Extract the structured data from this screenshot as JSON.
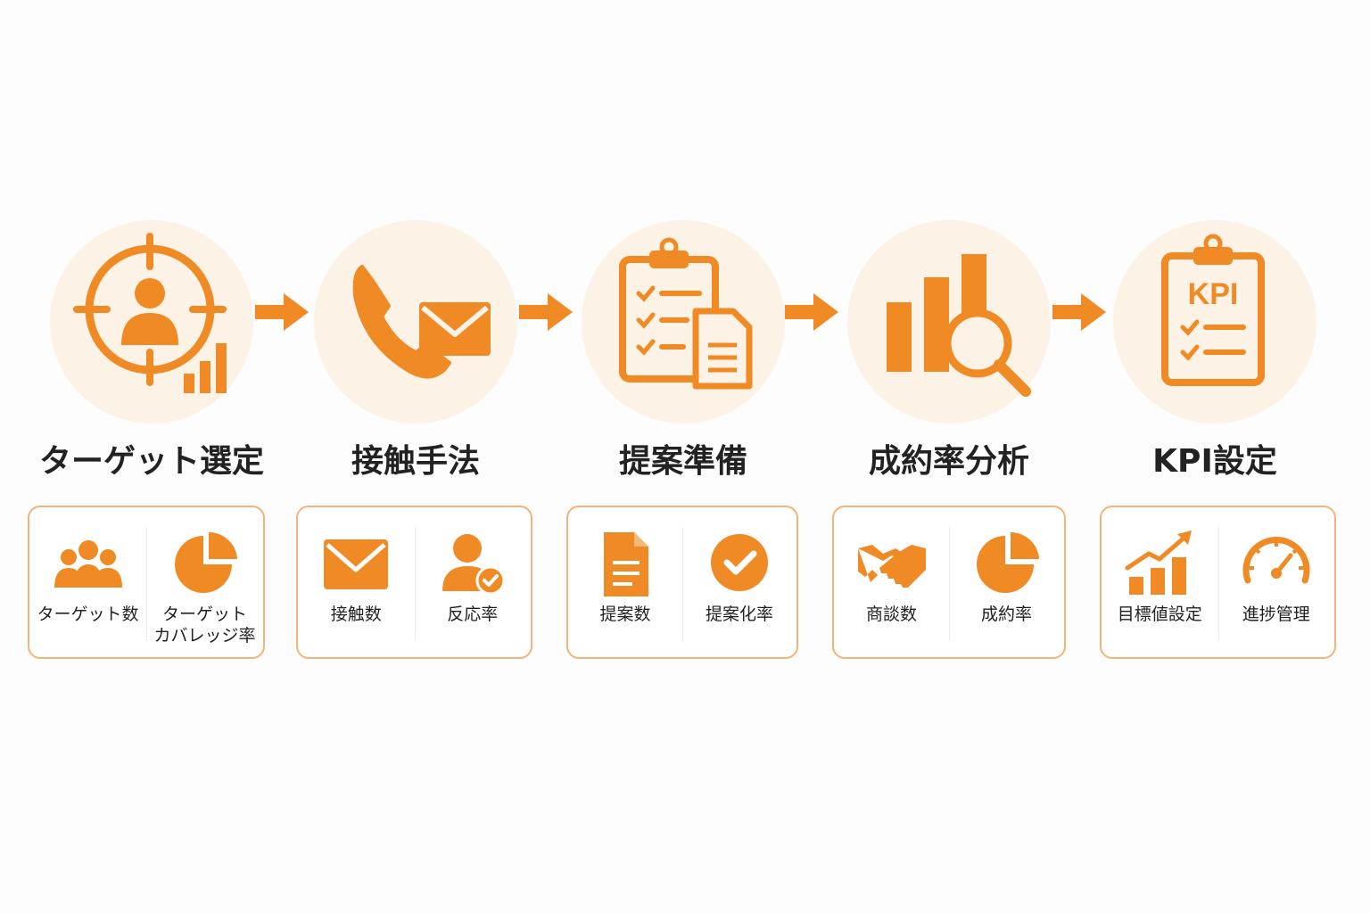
{
  "accent_color": "#f08a24",
  "accent_light": "#fdf2e6",
  "steps": [
    {
      "title": "ターゲット選定",
      "icon": "target-person-icon",
      "metrics": [
        {
          "label": "ターゲット数",
          "icon": "people-group-icon"
        },
        {
          "label": "ターゲット\nカバレッジ率",
          "icon": "pie-chart-icon"
        }
      ]
    },
    {
      "title": "接触手法",
      "icon": "phone-mail-icon",
      "metrics": [
        {
          "label": "接触数",
          "icon": "envelope-icon"
        },
        {
          "label": "反応率",
          "icon": "user-check-icon"
        }
      ]
    },
    {
      "title": "提案準備",
      "icon": "clipboard-checklist-icon",
      "metrics": [
        {
          "label": "提案数",
          "icon": "document-icon"
        },
        {
          "label": "提案化率",
          "icon": "check-circle-icon"
        }
      ]
    },
    {
      "title": "成約率分析",
      "icon": "bar-chart-magnifier-icon",
      "metrics": [
        {
          "label": "商談数",
          "icon": "handshake-icon"
        },
        {
          "label": "成約率",
          "icon": "pie-chart-icon"
        }
      ]
    },
    {
      "title": "KPI設定",
      "icon": "kpi-clipboard-icon",
      "icon_text": "KPI",
      "metrics": [
        {
          "label": "目標値設定",
          "icon": "growth-chart-icon"
        },
        {
          "label": "進捗管理",
          "icon": "gauge-icon"
        }
      ]
    }
  ]
}
